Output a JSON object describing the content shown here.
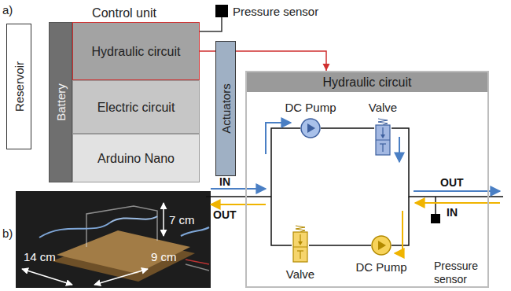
{
  "diagram": {
    "nodes": [
      {
        "text": [
          "Reservoir"
        ]
      },
      {
        "text": [
          "Control unit"
        ]
      },
      {
        "text": [
          "Battery"
        ],
        "in": 1
      },
      {
        "text": [
          "Hydraulic circuit"
        ],
        "in": 1
      },
      {
        "text": [
          "Electric circuit"
        ],
        "in": 1
      },
      {
        "text": [
          "Arduino Nano"
        ],
        "in": 1
      },
      {
        "text": [
          "Actuators"
        ]
      },
      {
        "text": [
          "Pressure sensor"
        ]
      },
      {
        "text": [
          "Hydraulic circuit"
        ]
      },
      {
        "text": [
          "DC Pump"
        ],
        "in": 8
      },
      {
        "text": [
          "Valve"
        ],
        "in": 8
      },
      {
        "text": [
          "Valve"
        ],
        "in": 8
      },
      {
        "text": [
          "DC Pump"
        ],
        "in": 8
      },
      {
        "text": [
          "Pressure sensor"
        ],
        "in": 8
      }
    ],
    "edges": [
      {
        "from": 1,
        "to": 7,
        "arrow": "none"
      },
      {
        "from": 3,
        "to": 8,
        "arrow": "to"
      },
      {
        "from": 9,
        "to": 10,
        "arrow": "none"
      },
      {
        "from": 12,
        "to": 11,
        "arrow": "none"
      }
    ],
    "labels": [
      "a)",
      "b)",
      "7 cm",
      "14 cm",
      "9 cm",
      "IN",
      "OUT",
      "OUT",
      "IN"
    ]
  }
}
